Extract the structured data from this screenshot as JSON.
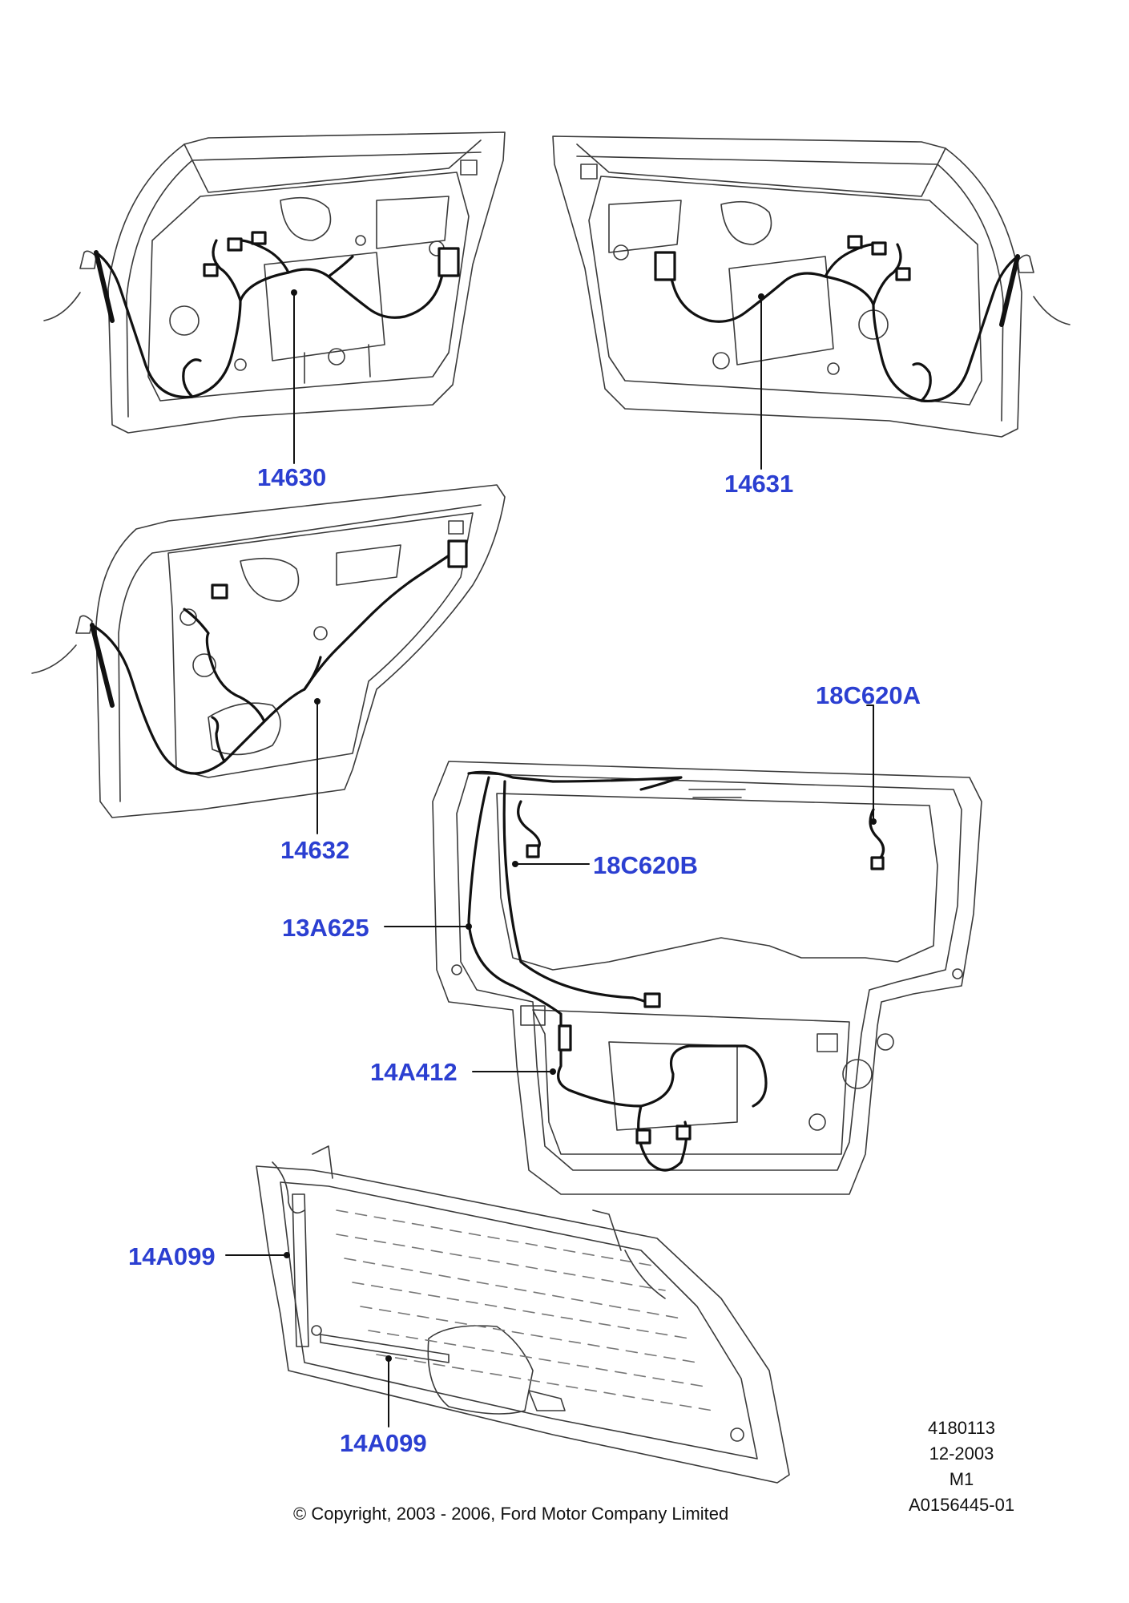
{
  "callouts": {
    "front_left_door": "14630",
    "front_right_door": "14631",
    "rear_door": "14632",
    "tailgate_upper_right": "18C620A",
    "tailgate_inner": "18C620B",
    "tailgate_main": "13A625",
    "tailgate_lower": "14A412",
    "glass_left": "14A099",
    "glass_bottom": "14A099"
  },
  "reference": {
    "line1": "4180113",
    "line2": "12-2003",
    "line3": "M1",
    "line4": "A0156445-01"
  },
  "copyright": "© Copyright, 2003 - 2006, Ford Motor Company Limited",
  "colors": {
    "label_blue": "#2b3fd1",
    "line_art": "#333333",
    "harness": "#111111"
  }
}
